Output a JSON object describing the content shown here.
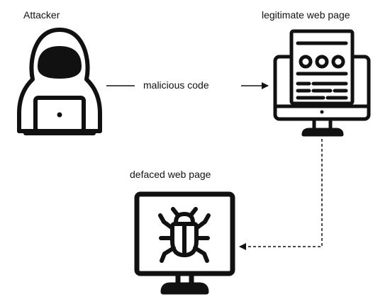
{
  "nodes": {
    "attacker": {
      "label": "Attacker",
      "icon": "hooded-hacker-icon"
    },
    "legitimate": {
      "label": "legitimate web page",
      "icon": "web-monitor-icon"
    },
    "defaced": {
      "label": "defaced web page",
      "icon": "bug-monitor-icon"
    }
  },
  "edges": [
    {
      "from": "attacker",
      "to": "legitimate",
      "label": "malicious code",
      "style": "solid"
    },
    {
      "from": "legitimate",
      "to": "defaced",
      "label": "",
      "style": "dashed"
    }
  ],
  "colors": {
    "stroke": "#111111",
    "background": "#ffffff"
  }
}
